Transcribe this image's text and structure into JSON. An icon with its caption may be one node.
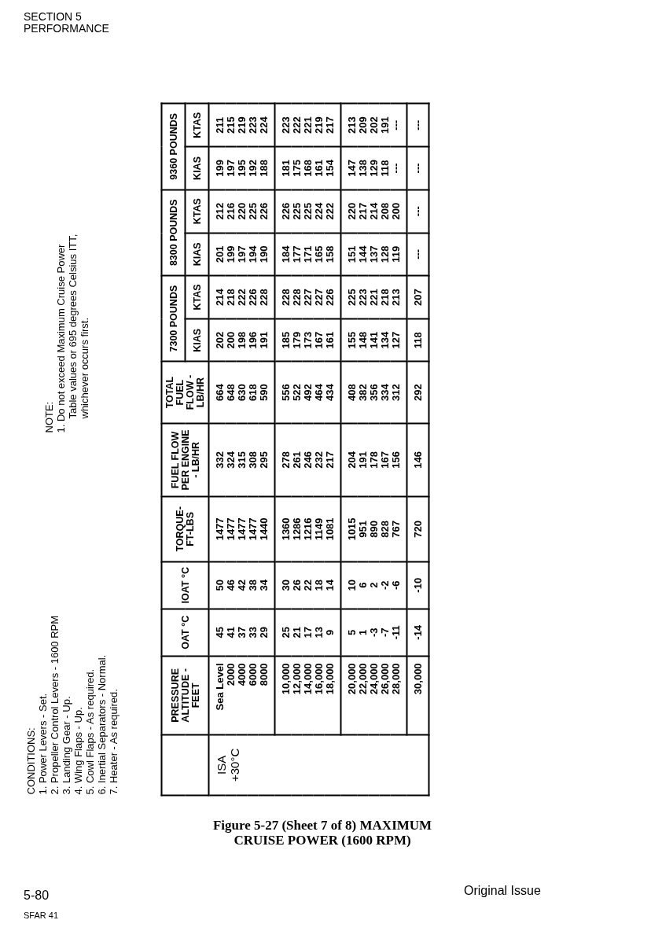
{
  "diagram": {
    "caption": "Figure 5-27 (Sheet 7 of 8) MAXIMUM CRUISE POWER (1600 RPM)",
    "labels": [
      "SECTION 5 PERFORMANCE",
      "CONDITIONS:",
      "1. Power Levers - Set.",
      "2. Propeller Control Levers - 1600 RPM",
      "3. Landing Gear - Up.",
      "4. Wing Flaps - Up.",
      "5. Cowl Flaps - As required.",
      "6. Inertial Separators - Normal.",
      "7. Heater - As required.",
      "NOTE:",
      "1. Do not exceed Maximum Cruise Power Table values or 695 degrees Celsius ITT, whichever occurs first.",
      "PRESSURE ALTITUDE - FEET",
      "OAT °C",
      "IOAT °C",
      "TORQUE-FT-LBS",
      "FUEL FLOW PER ENGINE - LB/HR",
      "TOTAL FUEL FLOW - LB/HR",
      "7300 POUNDS",
      "8300 POUNDS",
      "9360 POUNDS",
      "KIAS",
      "KTAS",
      "KIAS",
      "KTAS",
      "KIAS",
      "KTAS",
      "ISA +30°C",
      "Sea Level",
      "45",
      "50",
      "1477",
      "332",
      "664",
      "202",
      "214",
      "201",
      "212",
      "199",
      "211",
      "2000",
      "41",
      "46",
      "1477",
      "324",
      "648",
      "200",
      "218",
      "199",
      "216",
      "197",
      "215",
      "4000",
      "37",
      "42",
      "1477",
      "315",
      "630",
      "198",
      "222",
      "197",
      "220",
      "195",
      "219",
      "6000",
      "33",
      "38",
      "1477",
      "308",
      "618",
      "196",
      "226",
      "194",
      "225",
      "192",
      "223",
      "8000",
      "29",
      "34",
      "1440",
      "295",
      "590",
      "191",
      "228",
      "190",
      "226",
      "188",
      "224",
      "10,000",
      "25",
      "30",
      "1360",
      "278",
      "556",
      "185",
      "228",
      "184",
      "226",
      "181",
      "223",
      "12,000",
      "21",
      "26",
      "1286",
      "261",
      "522",
      "179",
      "228",
      "177",
      "225",
      "175",
      "222",
      "14,000",
      "17",
      "22",
      "1216",
      "246",
      "492",
      "173",
      "227",
      "171",
      "225",
      "168",
      "221",
      "16,000",
      "13",
      "18",
      "1149",
      "232",
      "464",
      "167",
      "227",
      "165",
      "224",
      "161",
      "219",
      "18,000",
      "9",
      "14",
      "1081",
      "217",
      "434",
      "161",
      "226",
      "158",
      "222",
      "154",
      "217",
      "20,000",
      "5",
      "10",
      "1015",
      "204",
      "408",
      "155",
      "225",
      "151",
      "220",
      "147",
      "213",
      "22,000",
      "1",
      "6",
      "951",
      "191",
      "382",
      "148",
      "223",
      "144",
      "217",
      "138",
      "209",
      "24,000",
      "-3",
      "2",
      "890",
      "178",
      "356",
      "141",
      "221",
      "137",
      "214",
      "129",
      "202",
      "26,000",
      "-7",
      "-2",
      "828",
      "167",
      "334",
      "134",
      "218",
      "128",
      "208",
      "118",
      "191",
      "28,000",
      "-11",
      "-6",
      "767",
      "156",
      "312",
      "127",
      "213",
      "119",
      "200",
      "---",
      "---",
      "30,000",
      "-14",
      "-10",
      "720",
      "146",
      "292",
      "118",
      "207",
      "---",
      "---",
      "---",
      "---",
      "5-80",
      "SFAR 41",
      "Original Issue"
    ]
  }
}
